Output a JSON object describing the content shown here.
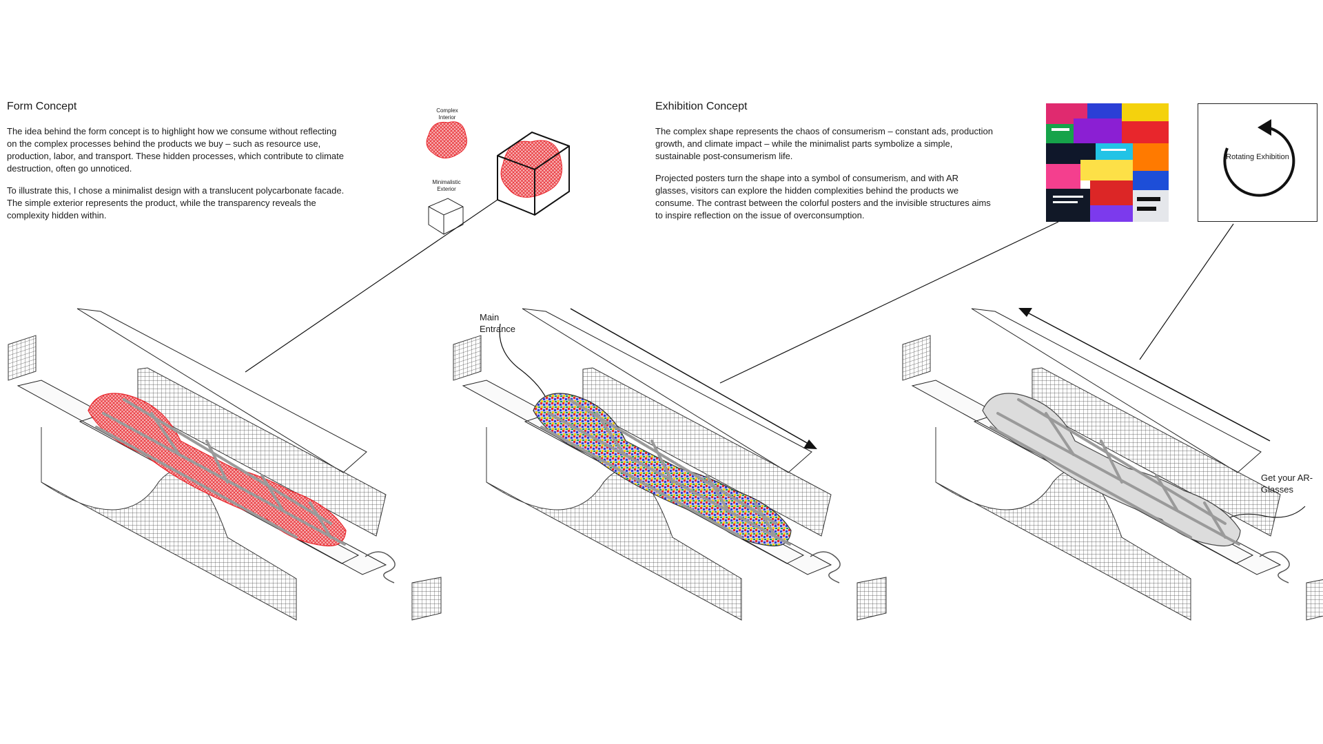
{
  "form_concept": {
    "title": "Form Concept",
    "paragraphs": [
      "The idea behind the form concept is to highlight how we consume without reflecting on the complex processes behind the products we buy – such as resource use, production, labor, and transport. These hidden processes, which contribute to climate destruction, often go unnoticed.",
      "To illustrate this, I chose a minimalist design with a translucent polycarbonate facade. The simple exterior represents the product, while the transparency reveals the complexity hidden within."
    ]
  },
  "exhibition_concept": {
    "title": "Exhibition Concept",
    "paragraphs": [
      "The complex shape represents the chaos of consumerism – constant ads, production growth, and climate impact – while the minimalist parts symbolize a simple, sustainable post-consumerism life.",
      "Projected posters turn the shape into a symbol of consumerism, and with AR glasses, visitors can explore the hidden complexities behind the products we consume. The contrast between the colorful posters and the invisible structures aims to inspire reflection on the issue of overconsumption."
    ]
  },
  "diagram_labels": {
    "complex_interior": "Complex Interior",
    "minimalistic_exterior": "Minimalistic Exterior",
    "main_entrance": "Main Entrance",
    "rotating_exhibition": "Rotating Exhibition",
    "get_ar_glasses": "Get your AR-Glasses"
  },
  "colors": {
    "accent_red": "#e8262c",
    "line": "#1a1a1a",
    "structure": "#9a9a9a"
  }
}
